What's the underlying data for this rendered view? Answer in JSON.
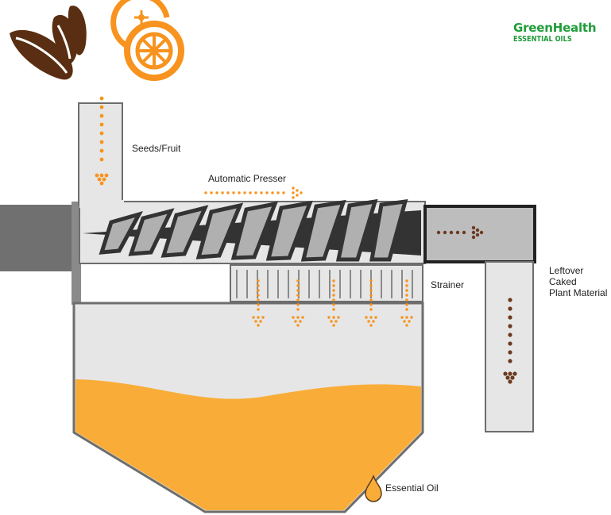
{
  "brand": {
    "name": "GreenHealth",
    "tagline": "ESSENTIAL OILS"
  },
  "labels": {
    "input": "Seeds/Fruit",
    "presser": "Automatic Presser",
    "strainer": "Strainer",
    "leftover": [
      "Leftover",
      "Caked",
      "Plant Material"
    ],
    "oil": "Essential Oil"
  },
  "colors": {
    "orange": "#f7931e",
    "brown": "#6b3a1f",
    "oil": "#f9ad38",
    "machine_fill": "#e6e6e6",
    "machine_stroke": "#6d6d6d",
    "dark_gray": "#707070",
    "brand_green": "#1f9d3a"
  },
  "icons": [
    "seeds-icon",
    "orange-fruit-icon",
    "oil-drop-icon"
  ]
}
